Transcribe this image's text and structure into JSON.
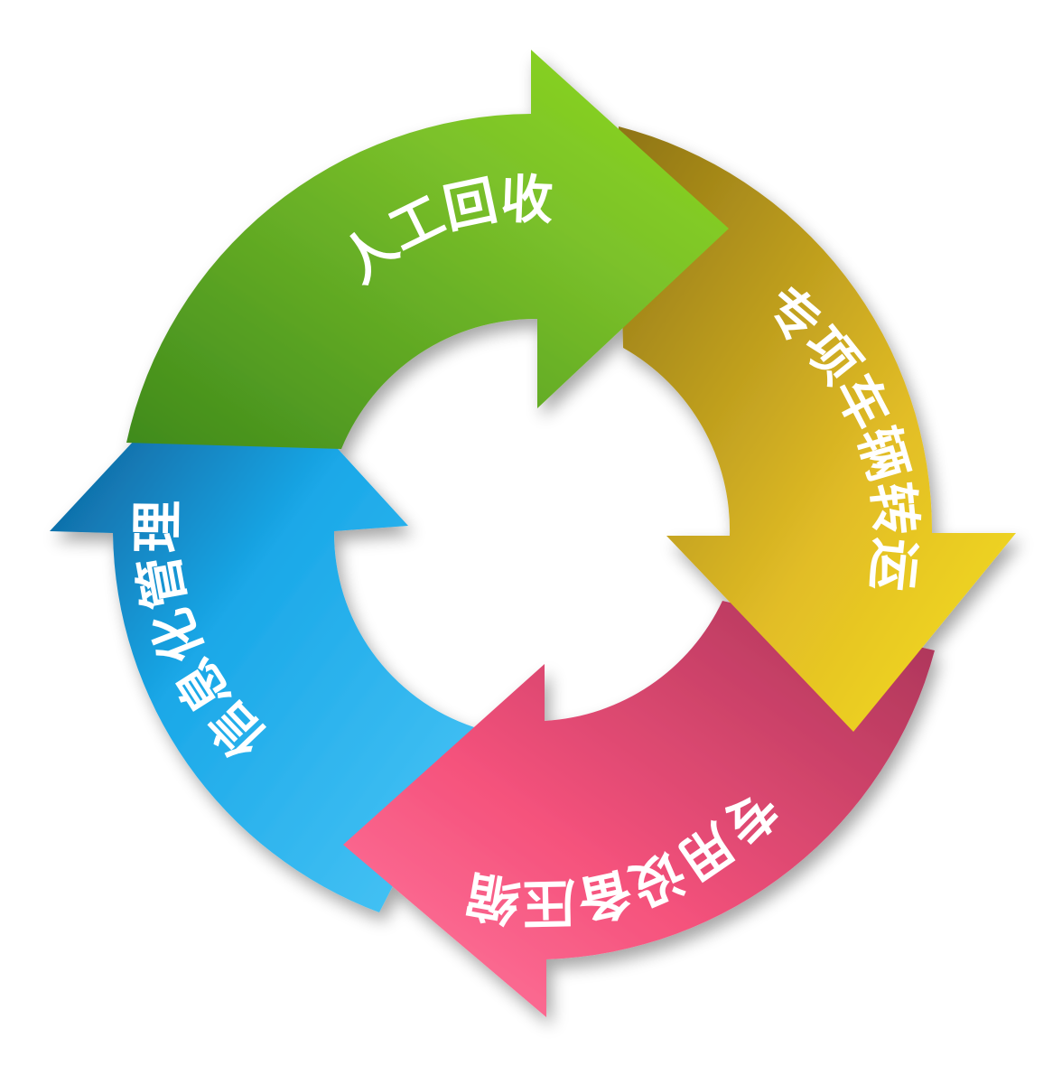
{
  "diagram": {
    "type": "cycle",
    "steps": [
      {
        "label": "人工回收",
        "color": "#7cc22a",
        "color_dark": "#3f8a1c",
        "color_light": "#8edb1a"
      },
      {
        "label": "专项车辆转运",
        "color": "#e2bd26",
        "color_dark": "#8e7414",
        "color_light": "#f5e01e"
      },
      {
        "label": "专用设备压缩",
        "color": "#f5527c",
        "color_dark": "#a83458",
        "color_light": "#ff7aa0"
      },
      {
        "label": "信息化管理",
        "color": "#1aa8e8",
        "color_dark": "#0b4f86",
        "color_light": "#4cc6f6"
      }
    ]
  }
}
